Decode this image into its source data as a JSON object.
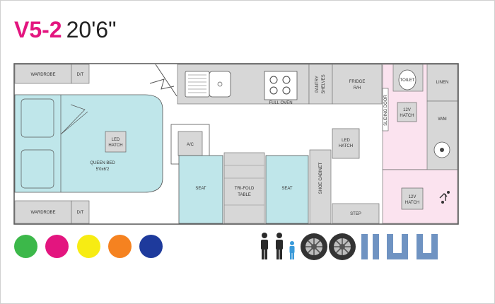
{
  "title": {
    "model": "V5-2",
    "length": "20'6\""
  },
  "plan": {
    "wardrobe_top": "WARDROBE",
    "dit_top": "D/T",
    "wardrobe_bottom": "WARDROBE",
    "dit_bottom": "D/T",
    "queen_bed": "QUEEN BED",
    "queen_bed_size": "5'0x6'2",
    "led_hatch_bed_1": "LED",
    "led_hatch_bed_2": "HATCH",
    "ac": "A/C",
    "full_oven": "FULL OVEN",
    "pantry_1": "PANTRY",
    "pantry_2": "SHELVES",
    "fridge_1": "FRIDGE",
    "fridge_2": "R/H",
    "toilet": "TOILET",
    "linen": "LINEN",
    "twelve_v_hatch_top_1": "12V",
    "twelve_v_hatch_top_2": "HATCH",
    "slide_door": "SLIDING DOOR",
    "wm": "W/M",
    "seat_left": "SEAT",
    "trifold_1": "TRI-FOLD",
    "trifold_2": "TABLE",
    "seat_right": "SEAT",
    "shoe_cabinet": "SHOE CABINET",
    "led_hatch_2_1": "LED",
    "led_hatch_2_2": "HATCH",
    "step": "STEP",
    "twelve_v_hatch_bottom_1": "12V",
    "twelve_v_hatch_bottom_2": "HATCH"
  },
  "colors": {
    "swatches": [
      "#3cb84a",
      "#e3157f",
      "#f7ec13",
      "#f58220",
      "#1e3a9c"
    ],
    "accent": "#e3157f",
    "bed_fill": "#bfe6ea",
    "bathroom_fill": "#fbe3ef",
    "cabinet_fill": "#d7d7d7",
    "axle_icon": "#6f93c2"
  },
  "icons": [
    "adult-icon",
    "adult-icon",
    "child-icon",
    "wheel-icon",
    "wheel-icon",
    "bunk-layout-icon"
  ]
}
